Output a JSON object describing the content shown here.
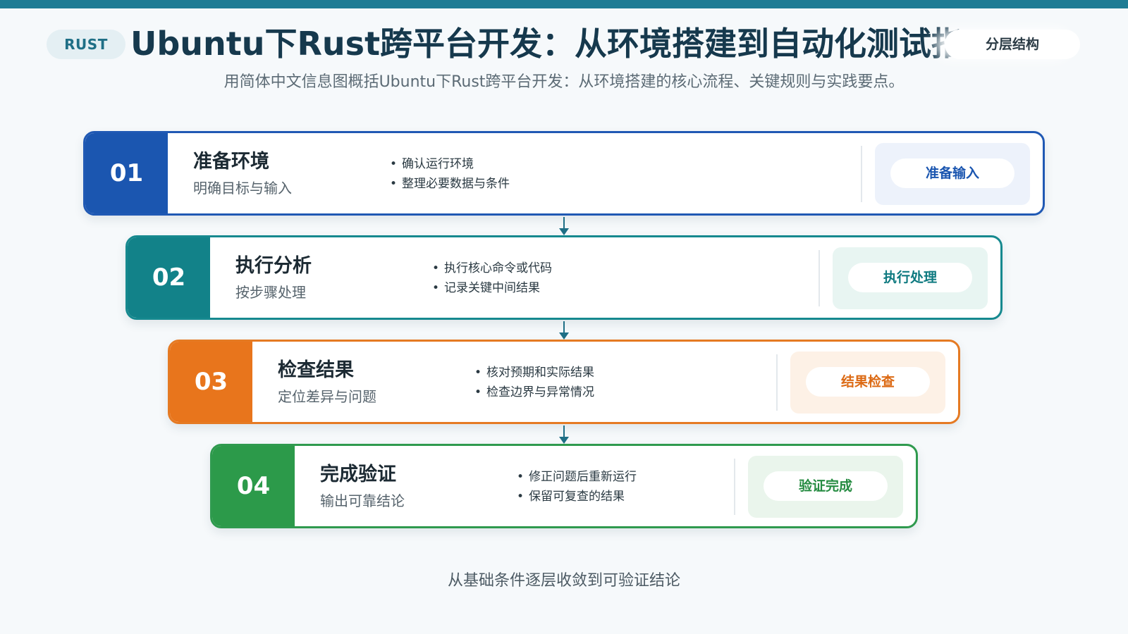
{
  "header": {
    "badge": "RUST",
    "title": "Ubuntu下Rust跨平台开发：从环境搭建到自动化测试指南",
    "layer_badge": "分层结构",
    "subtitle": "用简体中文信息图概括Ubuntu下Rust跨平台开发：从环境搭建的核心流程、关键规则与实践要点。"
  },
  "steps": [
    {
      "number": "01",
      "title": "准备环境",
      "subtitle": "明确目标与输入",
      "bullets": [
        "确认运行环境",
        "整理必要数据与条件"
      ],
      "tag": "准备输入",
      "color": "#1b56b0"
    },
    {
      "number": "02",
      "title": "执行分析",
      "subtitle": "按步骤处理",
      "bullets": [
        "执行核心命令或代码",
        "记录关键中间结果"
      ],
      "tag": "执行处理",
      "color": "#128289"
    },
    {
      "number": "03",
      "title": "检查结果",
      "subtitle": "定位差异与问题",
      "bullets": [
        "核对预期和实际结果",
        "检查边界与异常情况"
      ],
      "tag": "结果检查",
      "color": "#e8751c"
    },
    {
      "number": "04",
      "title": "完成验证",
      "subtitle": "输出可靠结论",
      "bullets": [
        "修正问题后重新运行",
        "保留可复查的结果"
      ],
      "tag": "验证完成",
      "color": "#2c9a4a"
    }
  ],
  "footer": "从基础条件逐层收敛到可验证结论",
  "colors": {
    "accent": "#1f7c94",
    "title": "#16394d"
  }
}
